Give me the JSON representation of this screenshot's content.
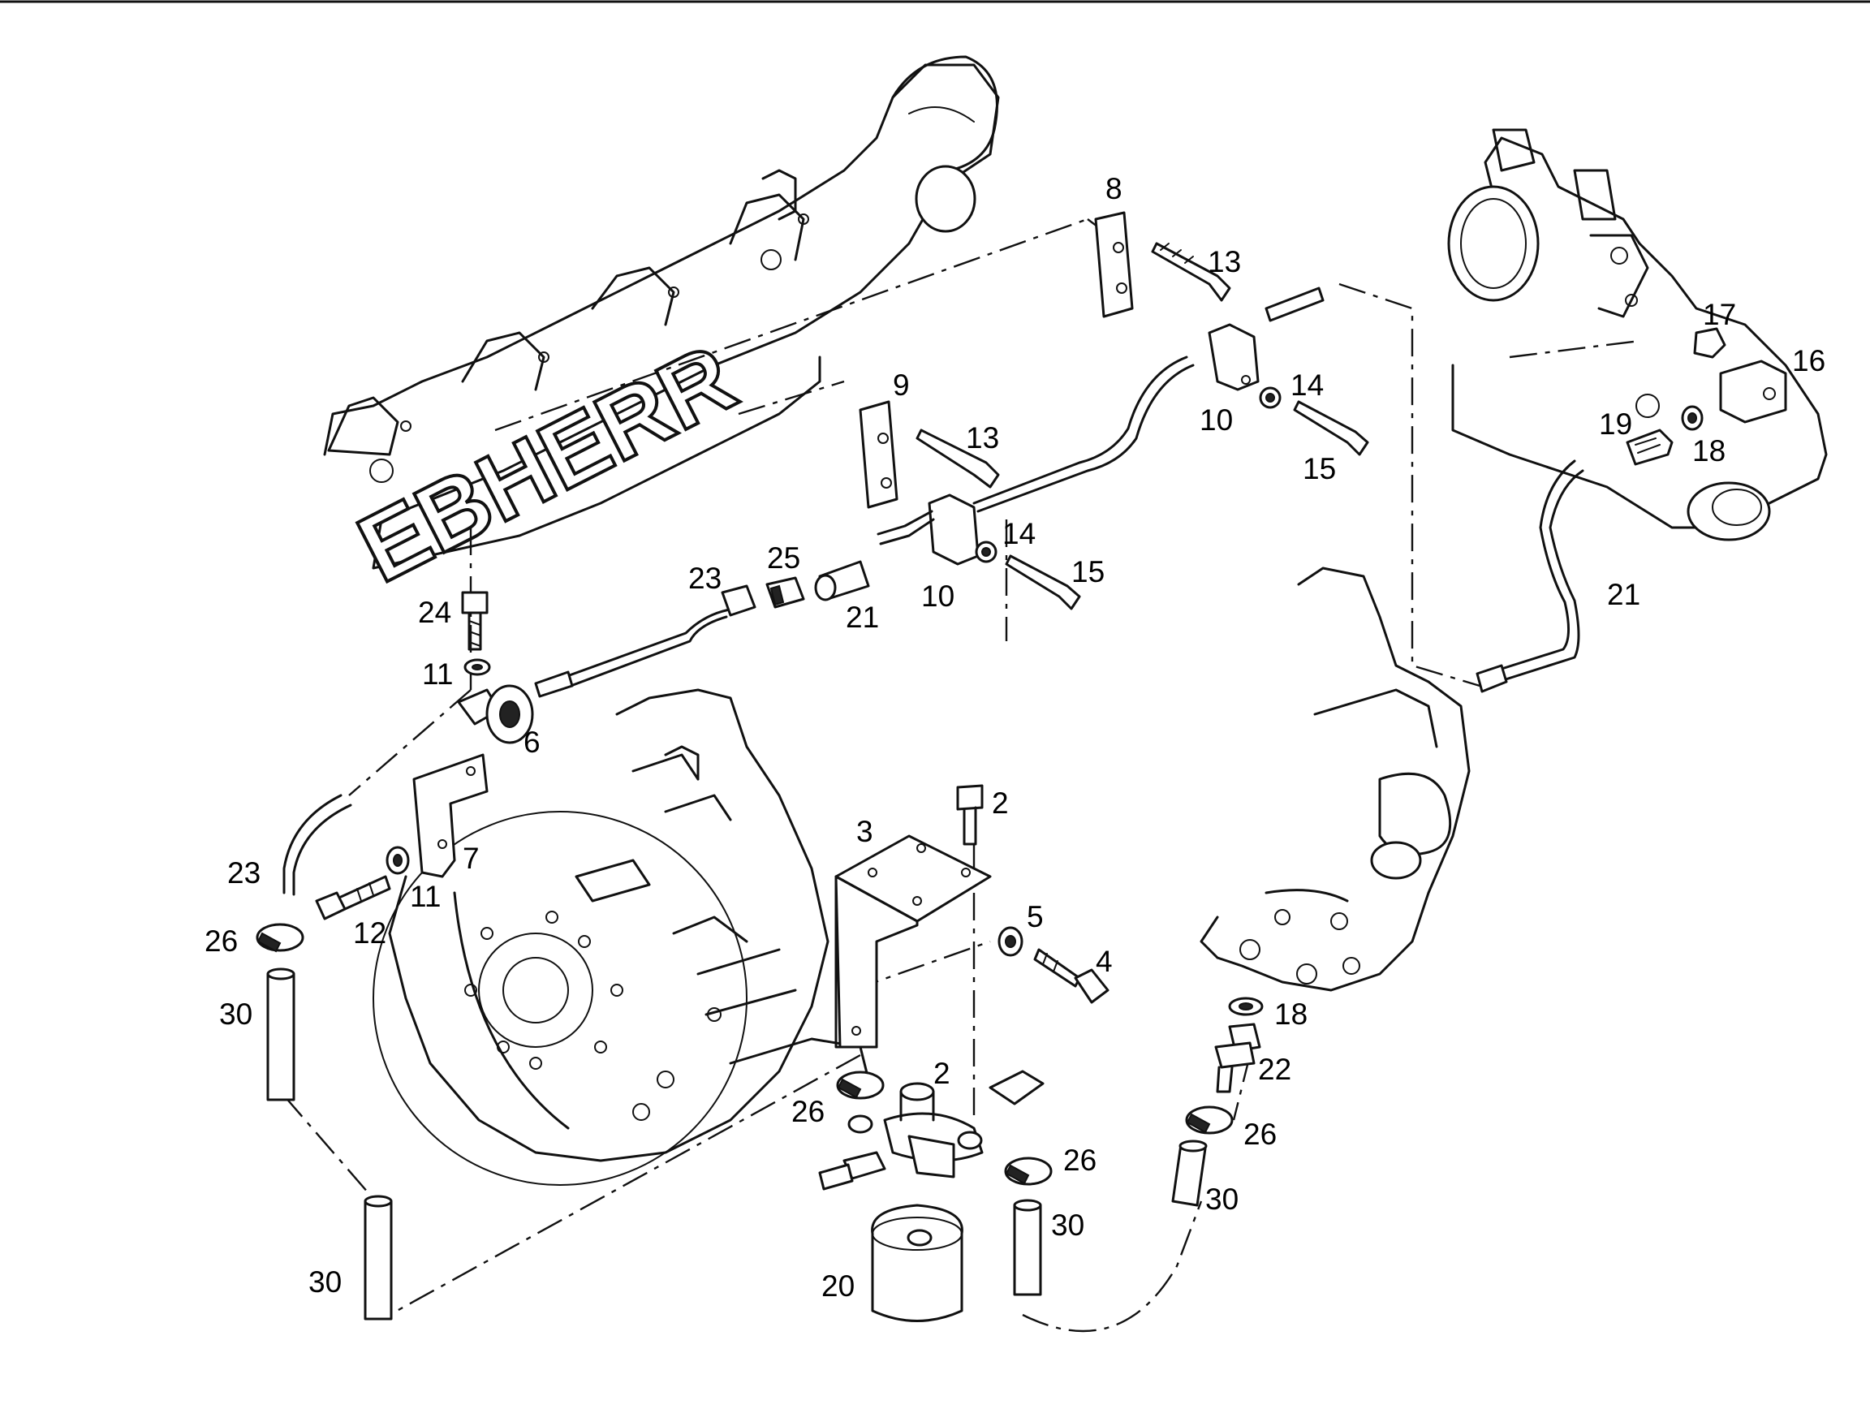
{
  "diagram": {
    "brand_text": "EBHERR",
    "callouts": [
      {
        "id": "c-8",
        "text": "8"
      },
      {
        "id": "c-13a",
        "text": "13"
      },
      {
        "id": "c-17",
        "text": "17"
      },
      {
        "id": "c-16",
        "text": "16"
      },
      {
        "id": "c-9",
        "text": "9"
      },
      {
        "id": "c-13b",
        "text": "13"
      },
      {
        "id": "c-14a",
        "text": "14"
      },
      {
        "id": "c-10a",
        "text": "10"
      },
      {
        "id": "c-15a",
        "text": "15"
      },
      {
        "id": "c-19",
        "text": "19"
      },
      {
        "id": "c-18a",
        "text": "18"
      },
      {
        "id": "c-14b",
        "text": "14"
      },
      {
        "id": "c-15b",
        "text": "15"
      },
      {
        "id": "c-10b",
        "text": "10"
      },
      {
        "id": "c-25",
        "text": "25"
      },
      {
        "id": "c-23a",
        "text": "23"
      },
      {
        "id": "c-21a",
        "text": "21"
      },
      {
        "id": "c-21b",
        "text": "21"
      },
      {
        "id": "c-24",
        "text": "24"
      },
      {
        "id": "c-11a",
        "text": "11"
      },
      {
        "id": "c-6",
        "text": "6"
      },
      {
        "id": "c-2a",
        "text": "2"
      },
      {
        "id": "c-3",
        "text": "3"
      },
      {
        "id": "c-7",
        "text": "7"
      },
      {
        "id": "c-23b",
        "text": "23"
      },
      {
        "id": "c-11b",
        "text": "11"
      },
      {
        "id": "c-12",
        "text": "12"
      },
      {
        "id": "c-26a",
        "text": "26"
      },
      {
        "id": "c-5",
        "text": "5"
      },
      {
        "id": "c-4",
        "text": "4"
      },
      {
        "id": "c-30a",
        "text": "30"
      },
      {
        "id": "c-18b",
        "text": "18"
      },
      {
        "id": "c-22",
        "text": "22"
      },
      {
        "id": "c-2b",
        "text": "2"
      },
      {
        "id": "c-26b",
        "text": "26"
      },
      {
        "id": "c-26c",
        "text": "26"
      },
      {
        "id": "c-26d",
        "text": "26"
      },
      {
        "id": "c-30b",
        "text": "30"
      },
      {
        "id": "c-30c",
        "text": "30"
      },
      {
        "id": "c-20",
        "text": "20"
      },
      {
        "id": "c-30d",
        "text": "30"
      }
    ]
  }
}
